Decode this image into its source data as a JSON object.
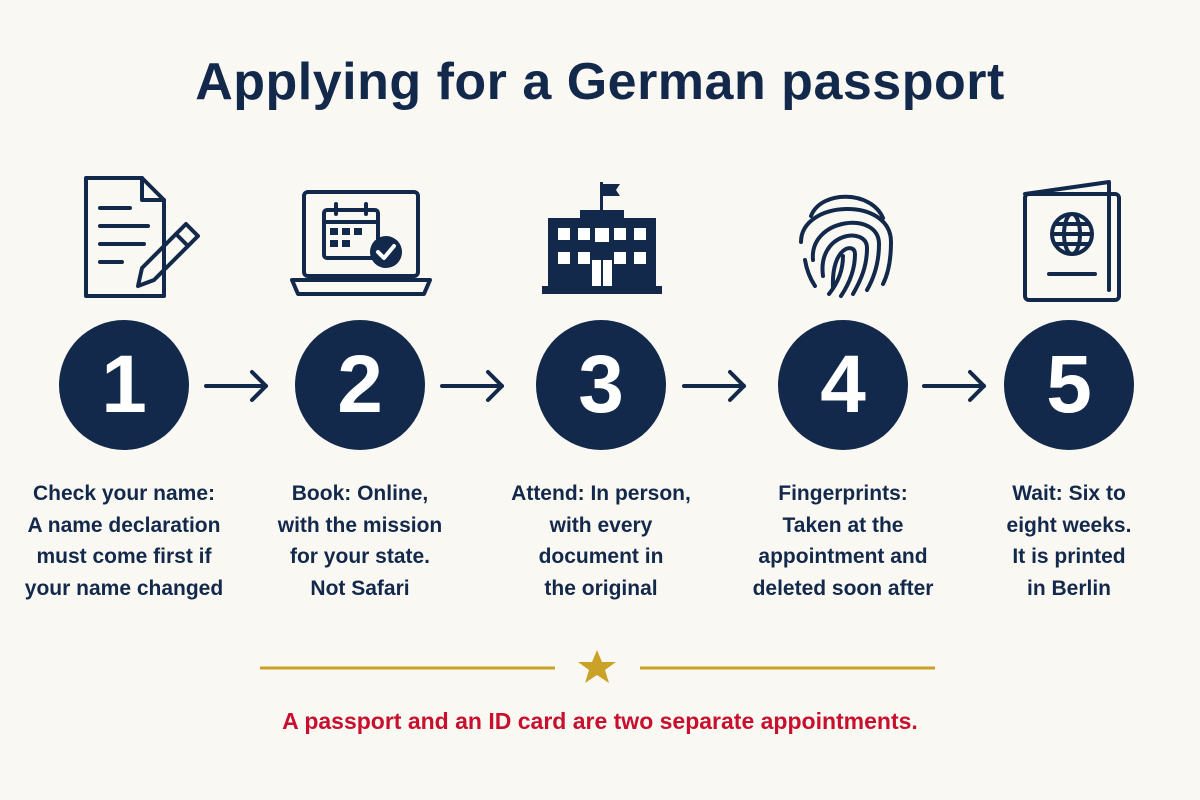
{
  "title": "Applying for a German passport",
  "colors": {
    "navy": "#13294b",
    "gold": "#c9a227",
    "red": "#c8102e",
    "background": "#faf8f3"
  },
  "steps": [
    {
      "number": "1",
      "icon": "document-pencil-icon",
      "lines": [
        "Check your name:",
        "A name declaration",
        "must come first if",
        "your name changed"
      ]
    },
    {
      "number": "2",
      "icon": "laptop-calendar-icon",
      "lines": [
        "Book: Online,",
        "with the mission",
        "for your state.",
        "Not Safari"
      ]
    },
    {
      "number": "3",
      "icon": "government-building-icon",
      "lines": [
        "Attend: In person,",
        "with every",
        "document in",
        "the original"
      ]
    },
    {
      "number": "4",
      "icon": "fingerprint-icon",
      "lines": [
        "Fingerprints:",
        "Taken at the",
        "appointment and",
        "deleted soon after"
      ]
    },
    {
      "number": "5",
      "icon": "passport-icon",
      "lines": [
        "Wait: Six to",
        "eight weeks.",
        "It is printed",
        "in Berlin"
      ]
    }
  ],
  "divider_icon": "star-icon",
  "note": "A passport and an ID card are two separate appointments."
}
